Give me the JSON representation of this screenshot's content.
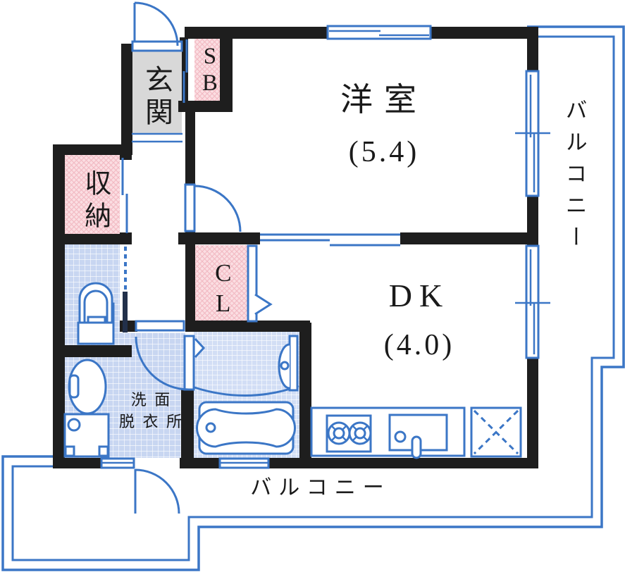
{
  "title": "floor-plan",
  "labels": {
    "genkan": "玄関",
    "shoe_box": "SB",
    "storage": "収納",
    "closet": "CL",
    "western_room": "洋室",
    "western_room_size": "(5.4)",
    "dining_kitchen": "DK",
    "dining_kitchen_size": "(4.0)",
    "washroom": "洗 面\n脱 衣 所",
    "balcony_right": "バルコニー",
    "balcony_bottom": "バルコニー"
  },
  "icons": {
    "fixtures": [
      "toilet-icon",
      "washbasin-icon",
      "washing-machine-icon",
      "bathtub-icon",
      "bath-vanity-icon",
      "stove-icon",
      "kitchen-sink-icon",
      "refrigerator-space-icon"
    ],
    "openings": [
      "door-swing-icon",
      "sliding-door-icon",
      "window-icon",
      "folding-door-icon"
    ]
  },
  "colors": {
    "line_blue": "#3b76c6",
    "wall": "#1e1e1e",
    "pink_floor": "#fbdee2",
    "pink_hatch": "#f2b9c2",
    "blue_floor": "#c8d6f1",
    "blue_floor_light": "#d2def5",
    "gray_floor": "#d8d8d8",
    "text": "#1a1a1a"
  }
}
